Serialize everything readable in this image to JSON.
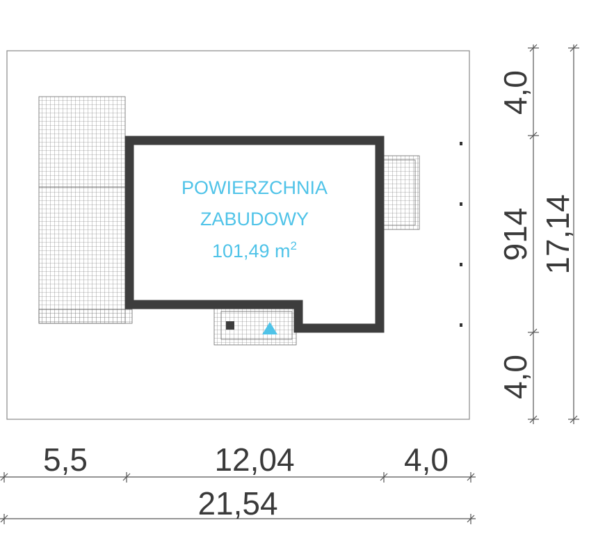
{
  "building": {
    "label_line1": "POWIERZCHNIA",
    "label_line2": "ZABUDOWY",
    "area_value": "101,49 m",
    "area_unit_sup": "2"
  },
  "dimensions": {
    "bottom": {
      "left": "5,5",
      "middle": "12,04",
      "right": "4,0",
      "total": "21,54"
    },
    "right": {
      "top": "4,0",
      "middle": "914",
      "bottom": "4,0",
      "total": "17,14"
    }
  },
  "colors": {
    "wall": "#3d3d3d",
    "label": "#4fc3e8",
    "entrance_marker": "#4fc3e8",
    "dimension_lines": "#555555",
    "hatch": "#555555"
  },
  "icons": {
    "entrance": "triangle-up",
    "meter": "filled-square"
  }
}
